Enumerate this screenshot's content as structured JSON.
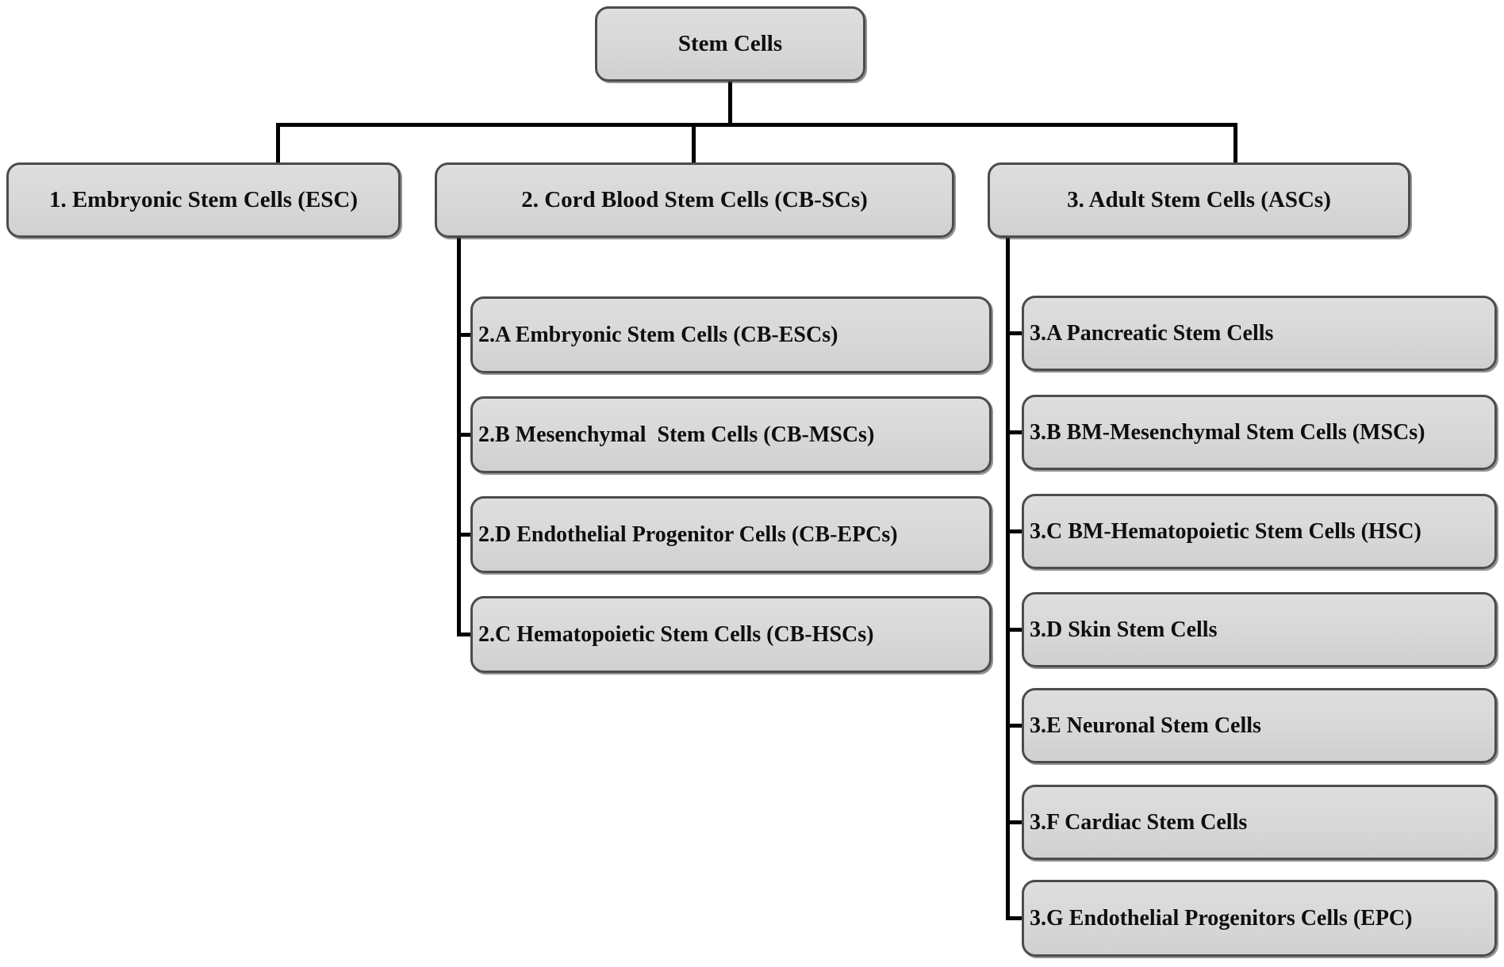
{
  "diagram": {
    "title": "Stem cell classification flowchart",
    "root": {
      "label": "Stem Cells"
    },
    "branches": [
      {
        "label": "1. Embryonic Stem Cells (ESC)",
        "children": []
      },
      {
        "label": "2. Cord Blood Stem Cells (CB-SCs)",
        "children": [
          "2.A Embryonic Stem Cells (CB-ESCs)",
          "2.B Mesenchymal  Stem Cells (CB-MSCs)",
          "2.D Endothelial Progenitor Cells (CB-EPCs)",
          "2.C Hematopoietic Stem Cells (CB-HSCs)"
        ]
      },
      {
        "label": "3. Adult Stem Cells (ASCs)",
        "children": [
          "3.A Pancreatic Stem Cells",
          "3.B BM-Mesenchymal Stem Cells (MSCs)",
          "3.C BM-Hematopoietic Stem Cells (HSC)",
          "3.D Skin Stem Cells",
          "3.E Neuronal Stem Cells",
          "3.F Cardiac Stem Cells",
          "3.G Endothelial Progenitors Cells (EPC)"
        ]
      }
    ],
    "colors": {
      "box_fill": "#d7d7d7",
      "box_border": "#4c4c4c",
      "connector": "#000000",
      "text": "#0f0f0f",
      "background": "#ffffff"
    }
  }
}
